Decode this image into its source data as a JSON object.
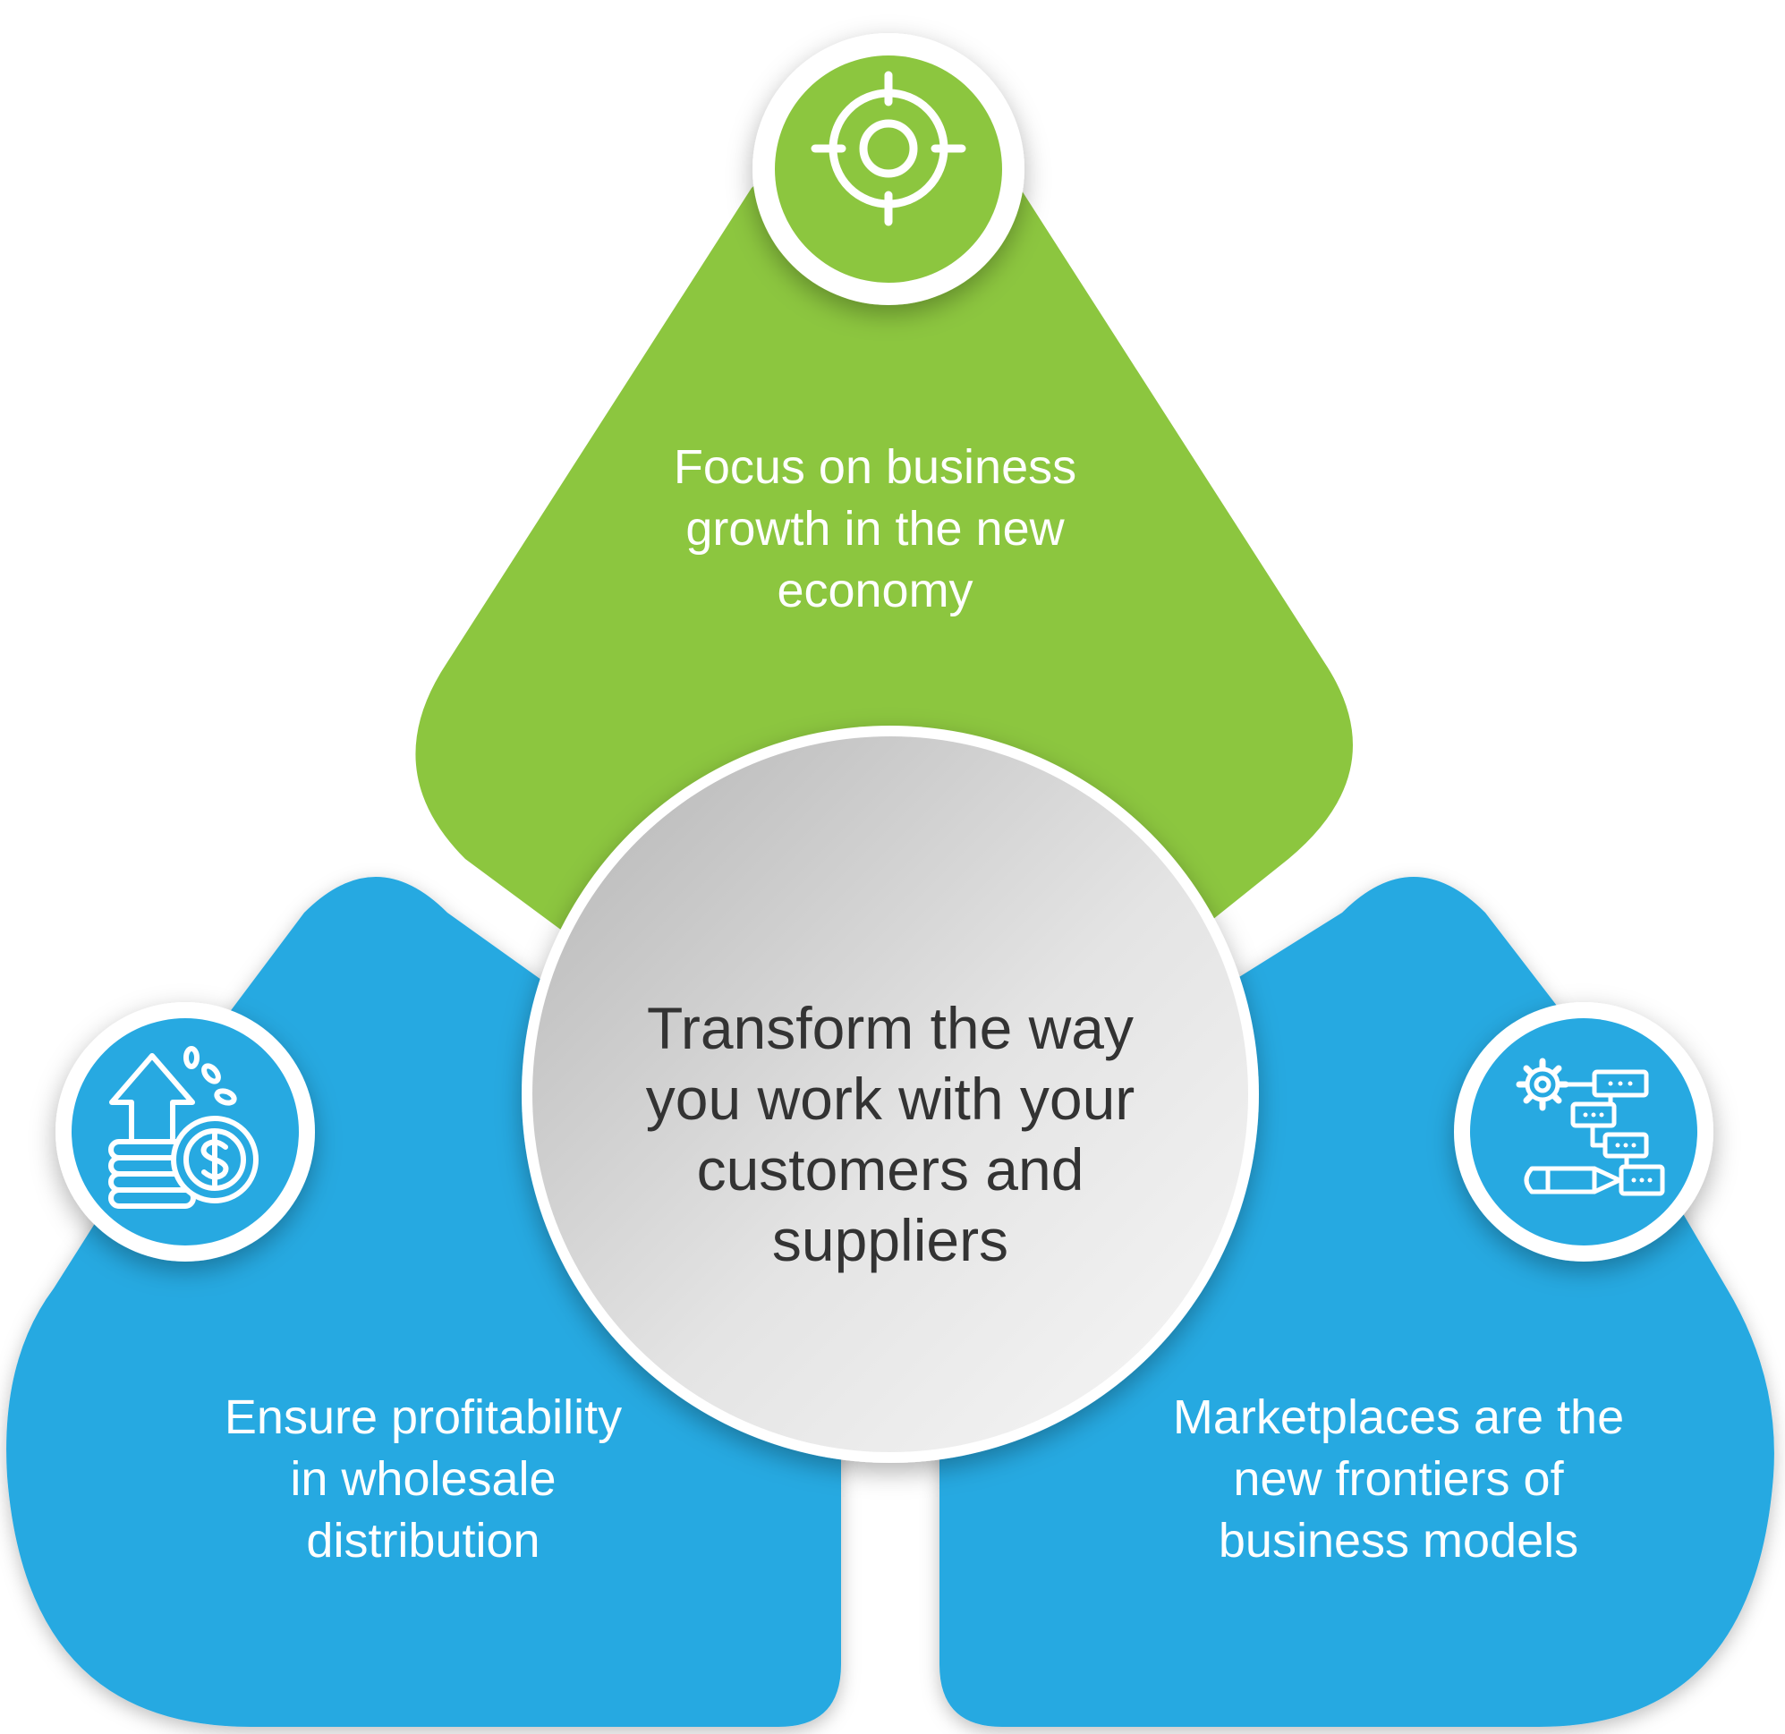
{
  "colors": {
    "green": "#8cc63f",
    "blue": "#27a9e1",
    "center_light": "#f4f4f4",
    "center_dark": "#bdbdbd",
    "text_dark": "#333333",
    "text_light": "#ffffff"
  },
  "center": {
    "lines": [
      "Transform the way",
      "you work with your",
      "customers and",
      "suppliers"
    ]
  },
  "petals": [
    {
      "id": "top",
      "icon": "target-icon",
      "lines": [
        "Focus on business",
        "growth in the new",
        "economy"
      ]
    },
    {
      "id": "left",
      "icon": "profit-coins-icon",
      "lines": [
        "Ensure profitability",
        "in wholesale",
        "distribution"
      ]
    },
    {
      "id": "right",
      "icon": "workflow-gear-icon",
      "lines": [
        "Marketplaces are the",
        "new frontiers of",
        "business models"
      ]
    }
  ]
}
